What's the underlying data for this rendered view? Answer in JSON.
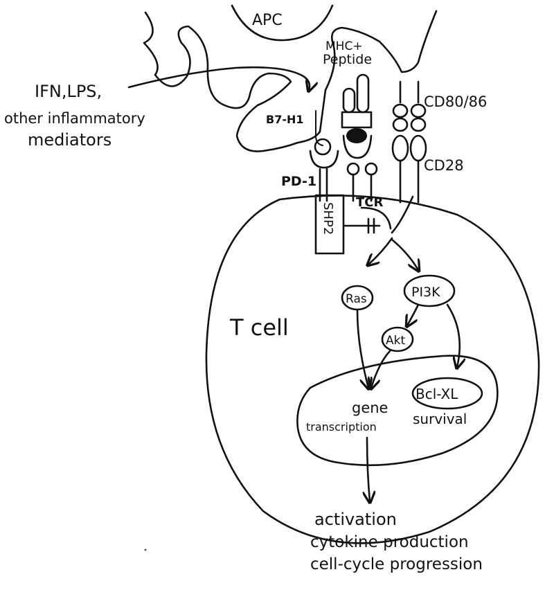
{
  "labels": {
    "apc": "APC",
    "mhc_line1": "MHC+",
    "mhc_line2": "Peptide",
    "ifn_line1": "IFN,LPS,",
    "ifn_line2": "other inflammatory",
    "ifn_line3": "mediators",
    "b7h1": "B7-H1",
    "cd80_86": "CD80/86",
    "cd28": "CD28",
    "pd1": "PD-1",
    "tcr": "TCR",
    "shp2": "SHP2",
    "ras": "Ras",
    "pi3k": "PI3K",
    "akt": "Akt",
    "tcell": "T cell",
    "bclxl": "Bcl-XL",
    "survival": "survival",
    "gene_line1": "gene",
    "gene_line2": "transcription",
    "out_line1": "activation",
    "out_line2": "cytokine production",
    "out_line3": "cell-cycle progression"
  }
}
